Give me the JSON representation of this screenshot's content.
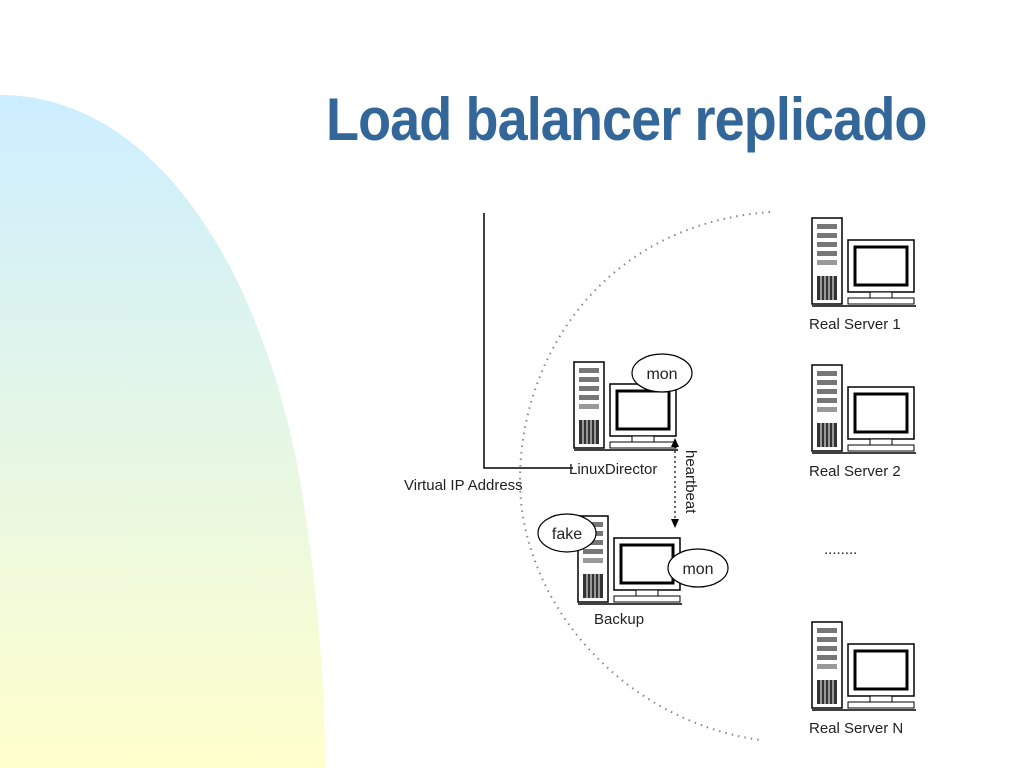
{
  "slide": {
    "title": "Load balancer replicado"
  },
  "diagram": {
    "virtual_ip_label": "Virtual IP Address",
    "director": {
      "label": "LinuxDirector",
      "bubble": "mon"
    },
    "backup": {
      "label": "Backup",
      "bubble_fake": "fake",
      "bubble_mon": "mon"
    },
    "heartbeat_label": "heartbeat",
    "servers": [
      {
        "label": "Real Server 1"
      },
      {
        "label": "Real Server 2"
      },
      {
        "label": "Real Server N"
      }
    ],
    "ellipsis": "........"
  },
  "colors": {
    "title": "#336699",
    "gradient_top": "#cceeff",
    "gradient_bottom": "#ffffcc"
  }
}
